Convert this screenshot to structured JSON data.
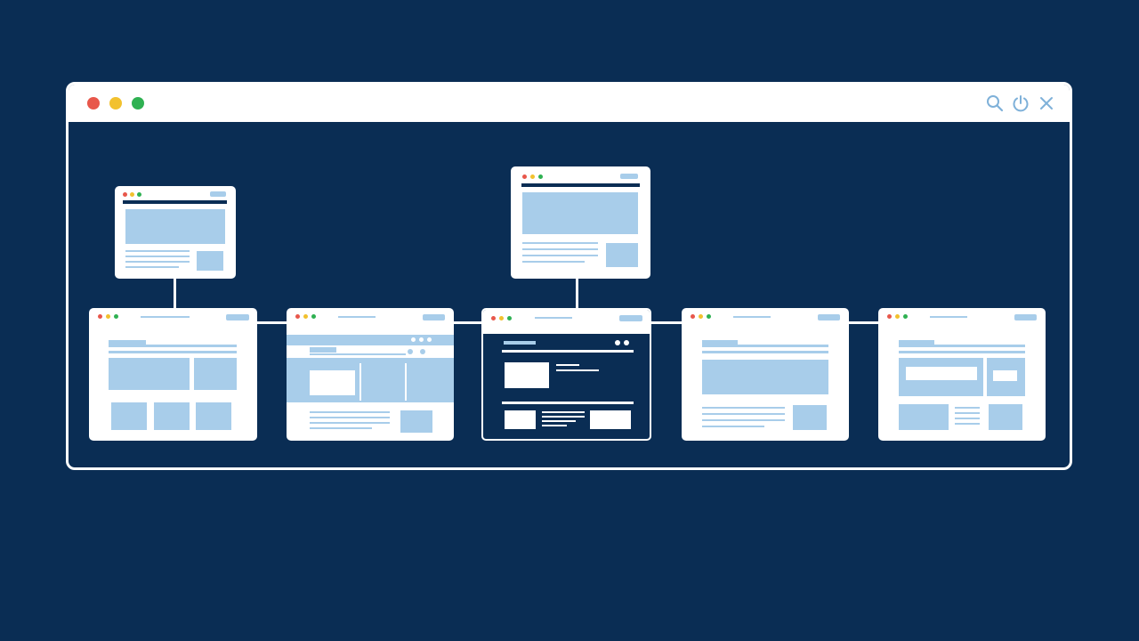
{
  "colors": {
    "background": "#0a2d54",
    "window": "#ffffff",
    "placeholder_block": "#a8cdea",
    "traffic_red": "#e8574b",
    "traffic_yellow": "#f2c12e",
    "traffic_green": "#2fb152",
    "control_icon": "#7fb1d9"
  },
  "window": {
    "controls": [
      "search-icon",
      "power-icon",
      "close-icon"
    ]
  },
  "diagram": {
    "main_row_pages": 5,
    "child_pages": [
      {
        "attached_to_page": 1
      },
      {
        "attached_to_page": 3
      }
    ],
    "highlighted_page": 3
  }
}
